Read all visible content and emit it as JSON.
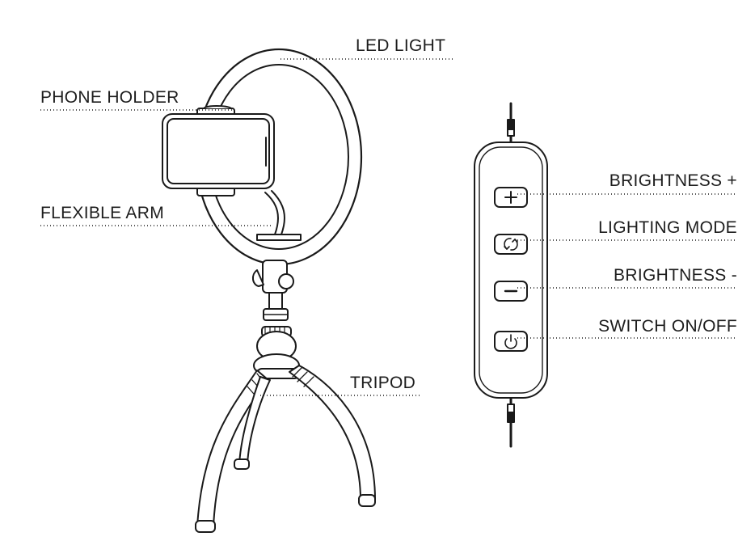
{
  "labels": {
    "led_light": "LED LIGHT",
    "phone_holder": "PHONE HOLDER",
    "flexible_arm": "FLEXIBLE ARM",
    "tripod": "TRIPOD",
    "brightness_up": "BRIGHTNESS +",
    "lighting_mode": "LIGHTING MODE",
    "brightness_down": "BRIGHTNESS -",
    "switch": "SWITCH ON/OFF"
  },
  "remote": {
    "buttons": [
      {
        "icon": "plus-icon"
      },
      {
        "icon": "cycle-arrows-icon"
      },
      {
        "icon": "minus-icon"
      },
      {
        "icon": "power-icon"
      }
    ]
  },
  "colors": {
    "line": "#1a1a1a",
    "fill": "#ffffff"
  }
}
